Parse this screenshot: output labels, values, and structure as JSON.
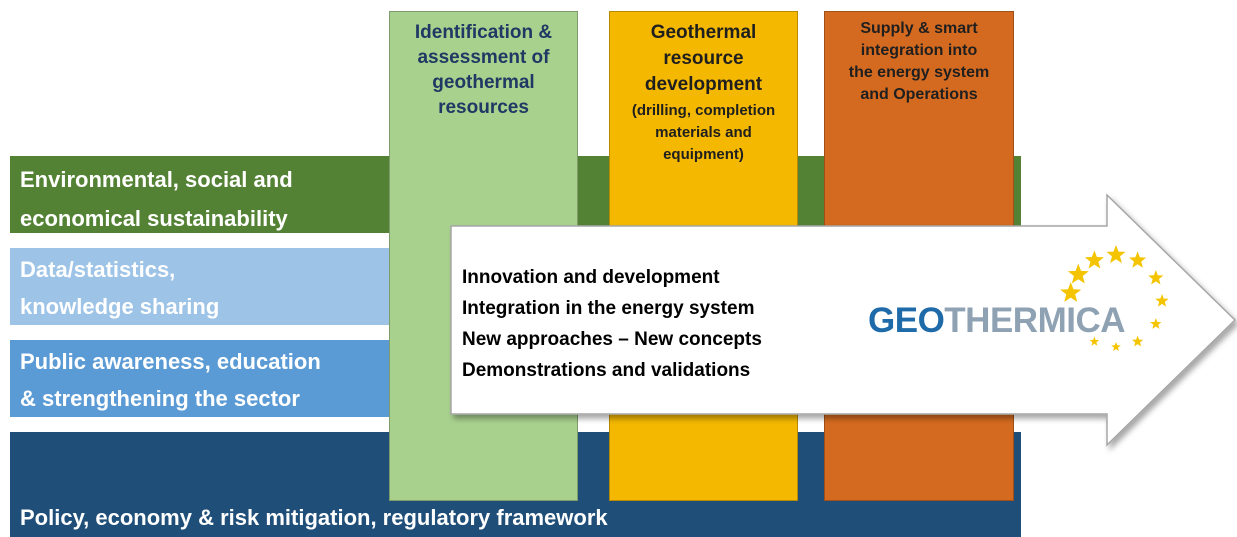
{
  "bands": {
    "environmental": [
      "Environmental, social and",
      "economical sustainability"
    ],
    "data": [
      "Data/statistics,",
      "knowledge sharing"
    ],
    "public": [
      "Public awareness, education",
      "& strengthening the sector"
    ],
    "policy": "Policy, economy & risk mitigation, regulatory framework"
  },
  "columns": {
    "identification": [
      "Identification &",
      "assessment of",
      "geothermal",
      "resources"
    ],
    "geothermal": {
      "title": [
        "Geothermal",
        "resource",
        "development"
      ],
      "subtitle": [
        "(drilling, completion",
        "materials and",
        "equipment)"
      ]
    },
    "supply": [
      "Supply & smart",
      "integration into",
      "the energy system",
      "and Operations"
    ]
  },
  "arrow": {
    "lines": [
      "Innovation and development",
      "Integration in the energy system",
      "New approaches – New concepts",
      "Demonstrations and validations"
    ]
  },
  "logo": {
    "part1": "GEO",
    "part2": "THERMICA",
    "star_color": "#f5c400",
    "geo_color": "#1f6aa8",
    "thermica_color": "#8fa2b3"
  },
  "colors": {
    "environmental": "#548235",
    "data": "#9dc3e6",
    "public": "#5b9bd5",
    "policy": "#1f4e79",
    "identification": "#a9d18e",
    "geothermal": "#f4b800",
    "supply": "#d46a20"
  }
}
